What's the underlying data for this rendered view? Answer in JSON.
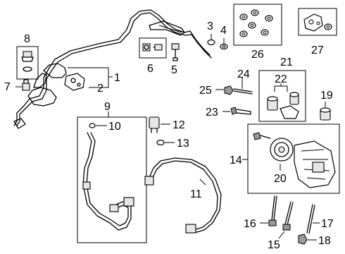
{
  "callouts": {
    "c1": "1",
    "c2": "2",
    "c3": "3",
    "c4": "4",
    "c5": "5",
    "c6": "6",
    "c7": "7",
    "c8": "8",
    "c9": "9",
    "c10": "10",
    "c11": "11",
    "c12": "12",
    "c13": "13",
    "c14": "14",
    "c15": "15",
    "c16": "16",
    "c17": "17",
    "c18": "18",
    "c19": "19",
    "c20": "20",
    "c21": "21",
    "c22": "22",
    "c23": "23",
    "c24": "24",
    "c25": "25",
    "c26": "26",
    "c27": "27"
  }
}
